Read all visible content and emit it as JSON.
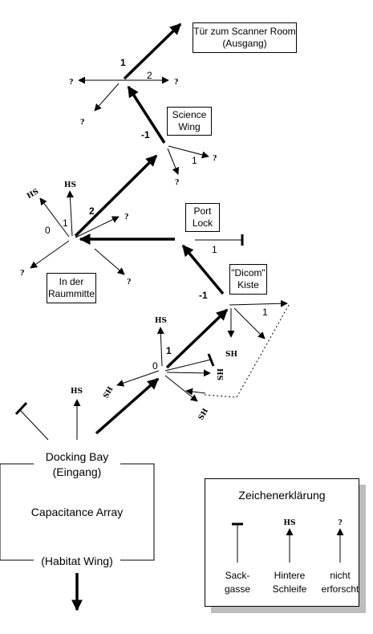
{
  "rooms": {
    "scanner_room": "Tür zum Scanner Room\n(Ausgang)",
    "science_wing": "Science\nWing",
    "port_lock": "Port\nLock",
    "dicom_kiste": "\"Dicom\"\nKiste",
    "raummitte": "In der\nRaummitte",
    "docking_bay": "Docking Bay",
    "eingang": "(Eingang)",
    "capacitance_array": "Capacitance Array",
    "habitat_wing": "(Habitat Wing)"
  },
  "numbers": {
    "n1_top": "1",
    "n2_top": "2",
    "nm1_science": "-1",
    "n1_science": "1",
    "n2_mid": "2",
    "n0_mid": "0",
    "n1_mid": "1",
    "n1_port": "1",
    "nm1_dicom": "-1",
    "n1_dicom": "1",
    "n0_low": "0",
    "n1_low": "1"
  },
  "tags": {
    "hs": "HS",
    "sh": "SH",
    "q": "?"
  },
  "legend": {
    "title": "Zeichenerklärung",
    "items": [
      {
        "label": "Sack-\ngasse",
        "symbol": "dead-end"
      },
      {
        "label": "Hintere\nSchleife",
        "symbol": "HS"
      },
      {
        "label": "nicht\nerforscht",
        "symbol": "?"
      }
    ]
  }
}
